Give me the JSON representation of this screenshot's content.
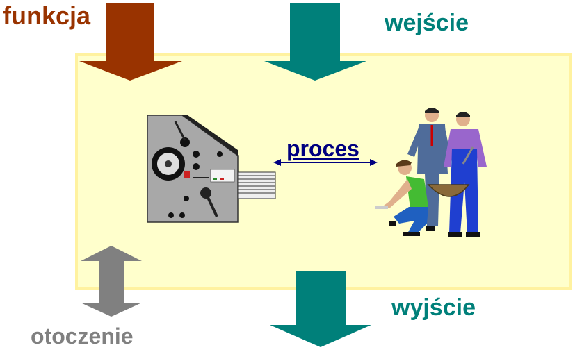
{
  "labels": {
    "function": "funkcja",
    "input": "wejście",
    "output": "wyjście",
    "environment": "otoczenie",
    "process": "proces"
  },
  "colors": {
    "system_fill": "#ffffcc",
    "system_border": "#fff2a0",
    "function_arrow": "#993300",
    "io_arrow": "#00807a",
    "environment_arrow": "#808080",
    "process_text": "#000080"
  },
  "icons": [
    "machine-icon",
    "workers-icon"
  ]
}
